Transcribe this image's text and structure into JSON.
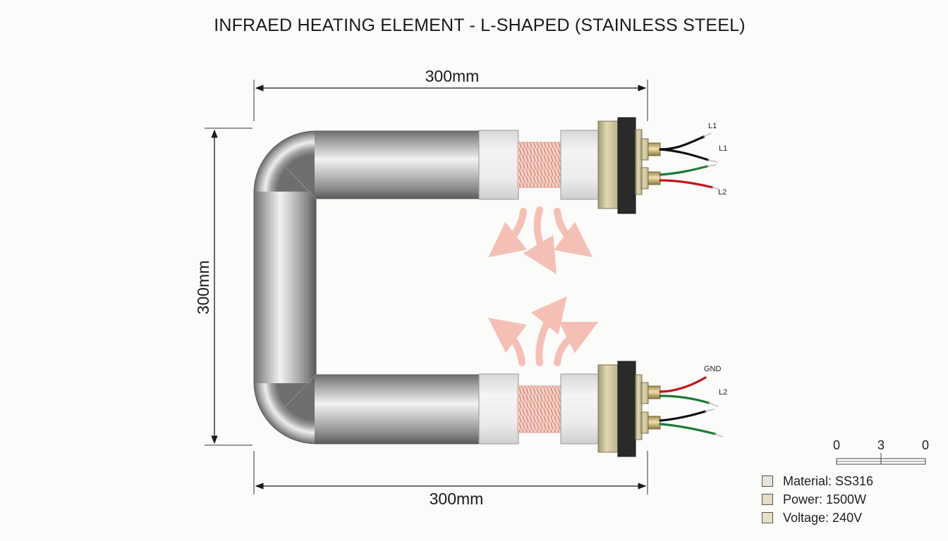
{
  "title": "INFRAED HEATING ELEMENT - L-SHAPED (STAINLESS STEEL)",
  "dimensions": {
    "top": "300mm",
    "left": "300mm",
    "bottom": "300mm"
  },
  "wire_labels": {
    "top_1": "L1",
    "top_2": "L1",
    "top_3": "L2",
    "bottom_1": "GND",
    "bottom_2": "L2"
  },
  "scale_bar": {
    "labels": [
      "0",
      "3",
      "0"
    ]
  },
  "legend": [
    {
      "label": "Material: SS316",
      "color": "#e8e2da"
    },
    {
      "label": "Power: 1500W",
      "color": "#e6dcc4"
    },
    {
      "label": "Voltage: 240V",
      "color": "#e8dfca"
    }
  ],
  "colors": {
    "wire_black": "#111111",
    "wire_green": "#1f7a3a",
    "wire_red": "#c01818",
    "heat_arrow": "#f2a89a",
    "coil": "#e09a8c",
    "flange_brass": "#c8bc92",
    "gasket": "#2a2a2a"
  }
}
